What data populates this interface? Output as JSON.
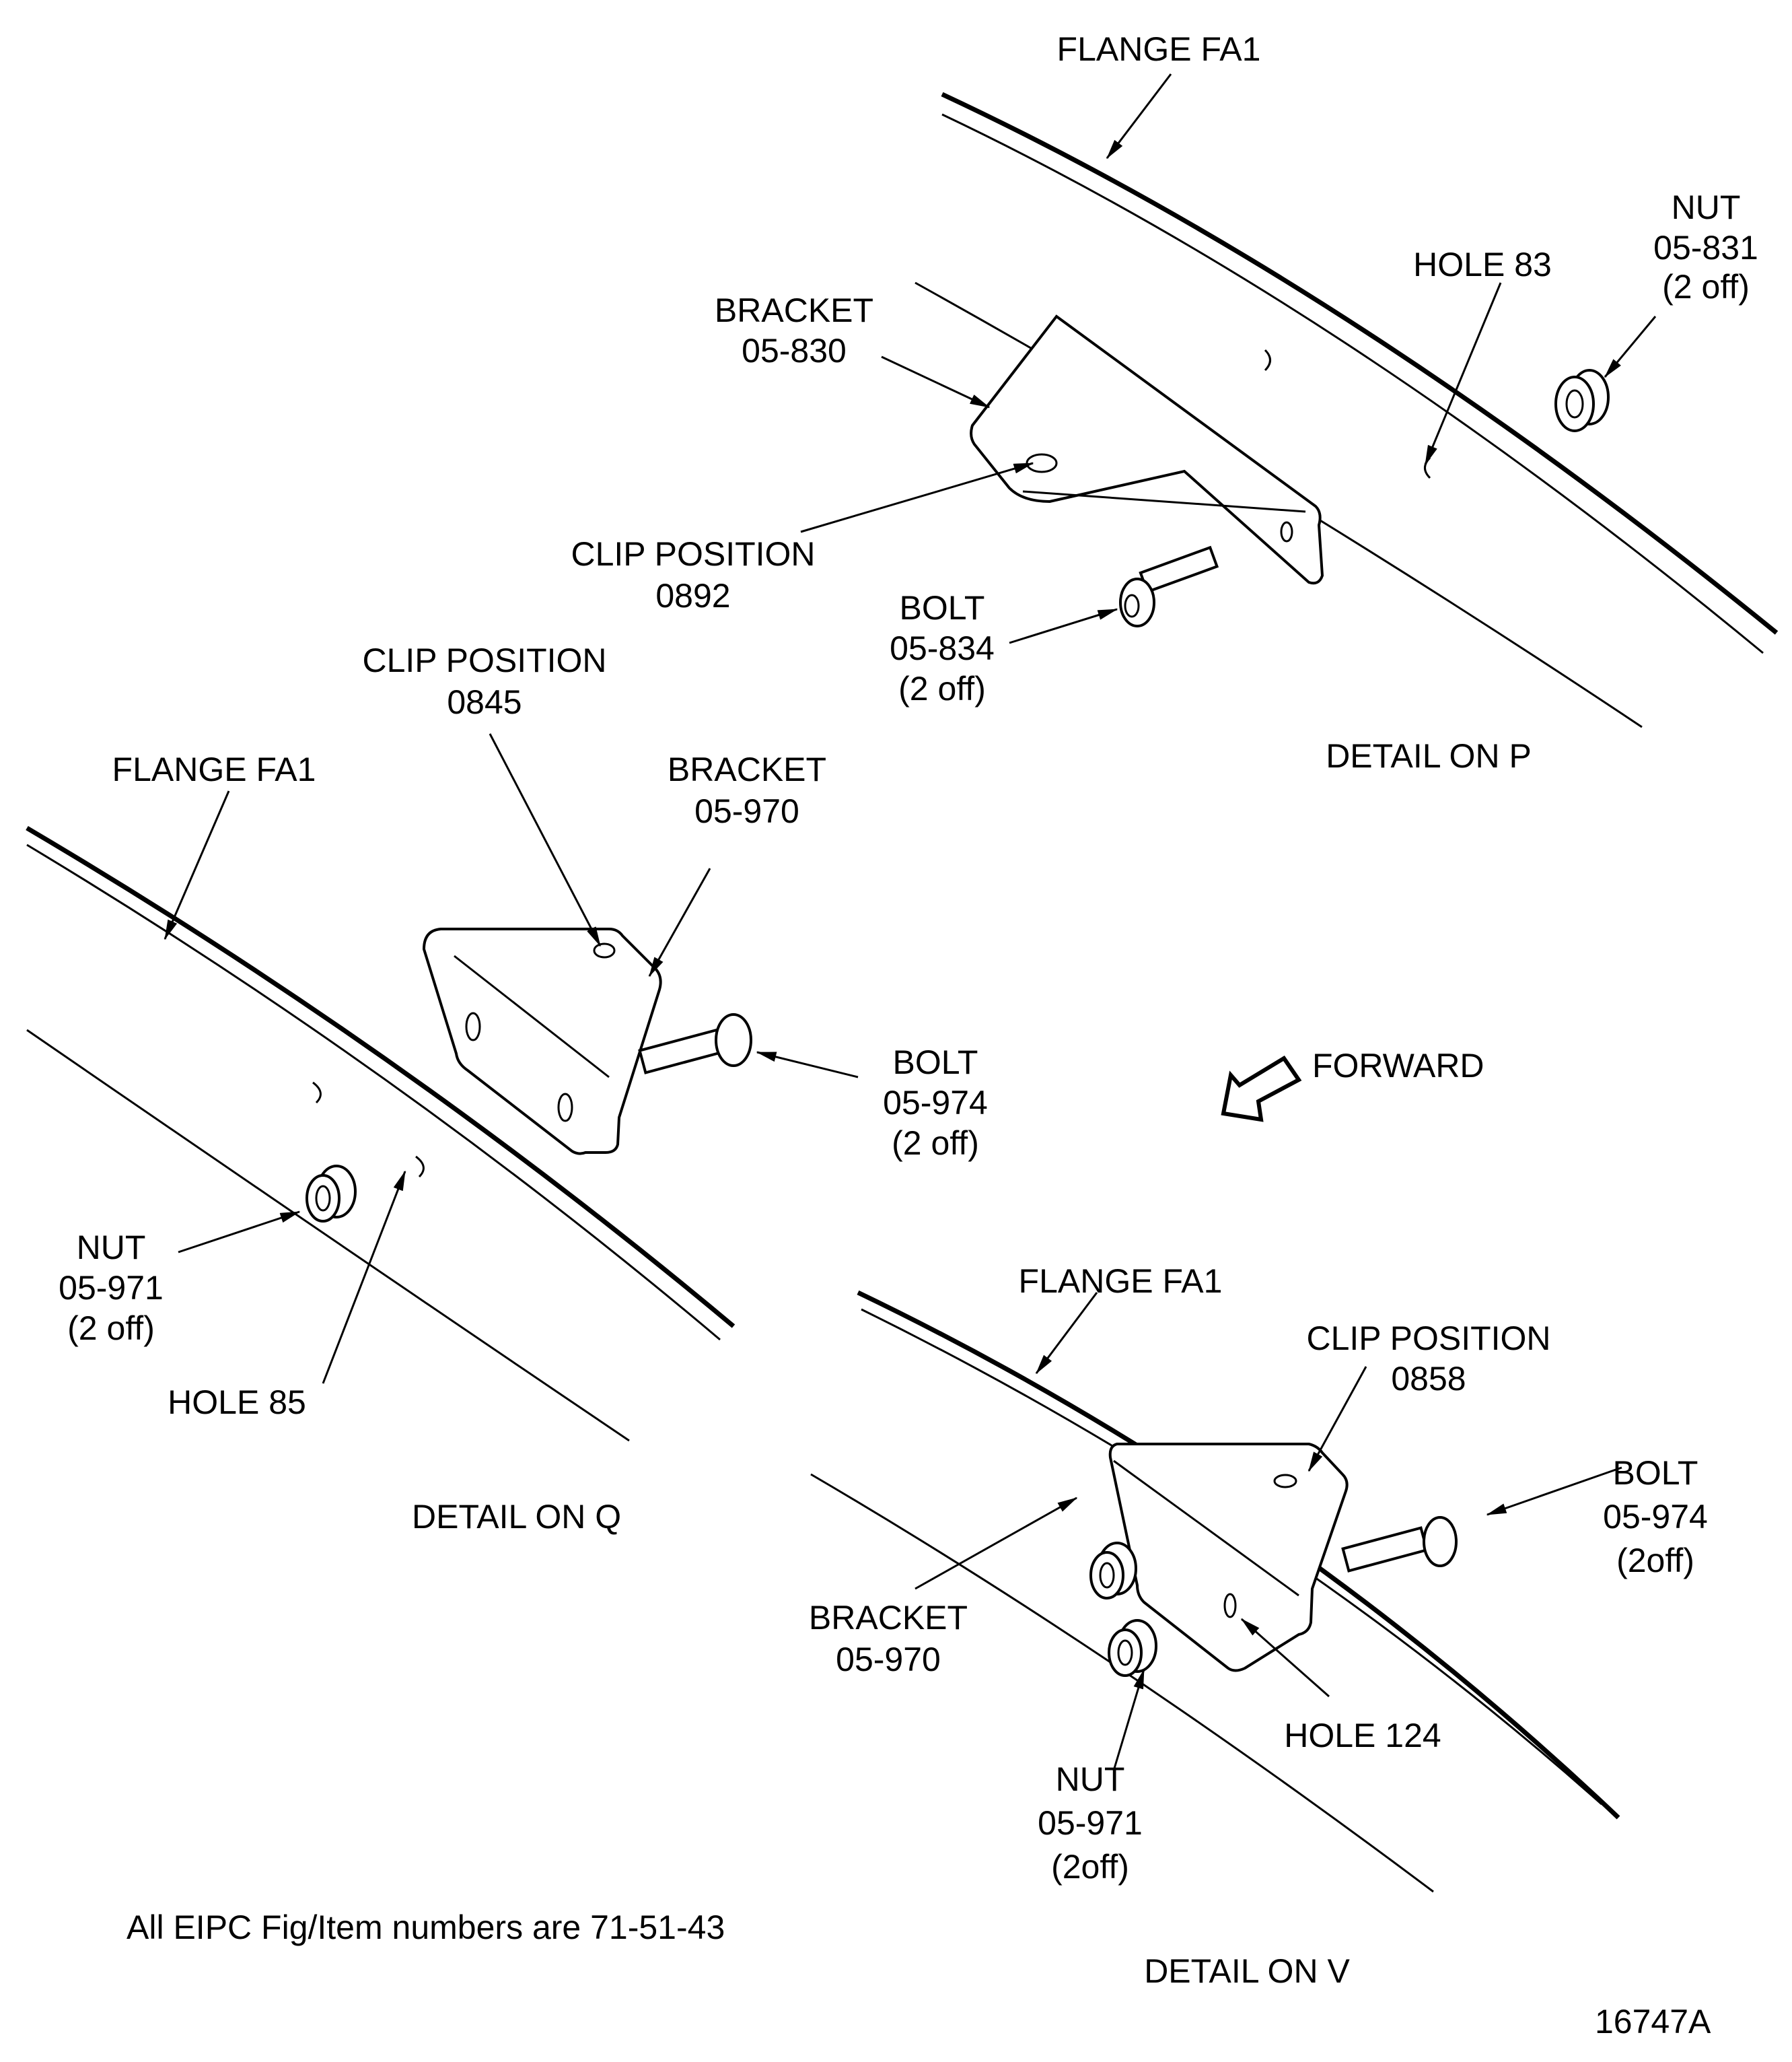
{
  "figure": {
    "figure_number": "16747A",
    "note": "All EIPC Fig/Item numbers are 71-51-43",
    "forward_label": "FORWARD"
  },
  "details": {
    "p": {
      "title": "DETAIL ON P",
      "flange": "FLANGE FA1",
      "bracket": {
        "name": "BRACKET",
        "part": "05-830"
      },
      "clip": {
        "name": "CLIP POSITION",
        "number": "0892"
      },
      "bolt": {
        "name": "BOLT",
        "part": "05-834",
        "qty": "(2 off)"
      },
      "nut": {
        "name": "NUT",
        "part": "05-831",
        "qty": "(2 off)"
      },
      "hole": "HOLE 83"
    },
    "q": {
      "title": "DETAIL ON  Q",
      "flange": "FLANGE FA1",
      "bracket": {
        "name": "BRACKET",
        "part": "05-970"
      },
      "clip": {
        "name": "CLIP POSITION",
        "number": "0845"
      },
      "bolt": {
        "name": "BOLT",
        "part": "05-974",
        "qty": "(2 off)"
      },
      "nut": {
        "name": "NUT",
        "part": "05-971",
        "qty": "(2 off)"
      },
      "hole": "HOLE 85"
    },
    "v": {
      "title": "DETAIL ON V",
      "flange": "FLANGE FA1",
      "bracket": {
        "name": "BRACKET",
        "part": "05-970"
      },
      "clip": {
        "name": "CLIP POSITION",
        "number": "0858"
      },
      "bolt": {
        "name": "BOLT",
        "part": "05-974",
        "qty": "(2off)"
      },
      "nut": {
        "name": "NUT",
        "part": "05-971",
        "qty": "(2off)"
      },
      "hole": "HOLE 124"
    }
  }
}
